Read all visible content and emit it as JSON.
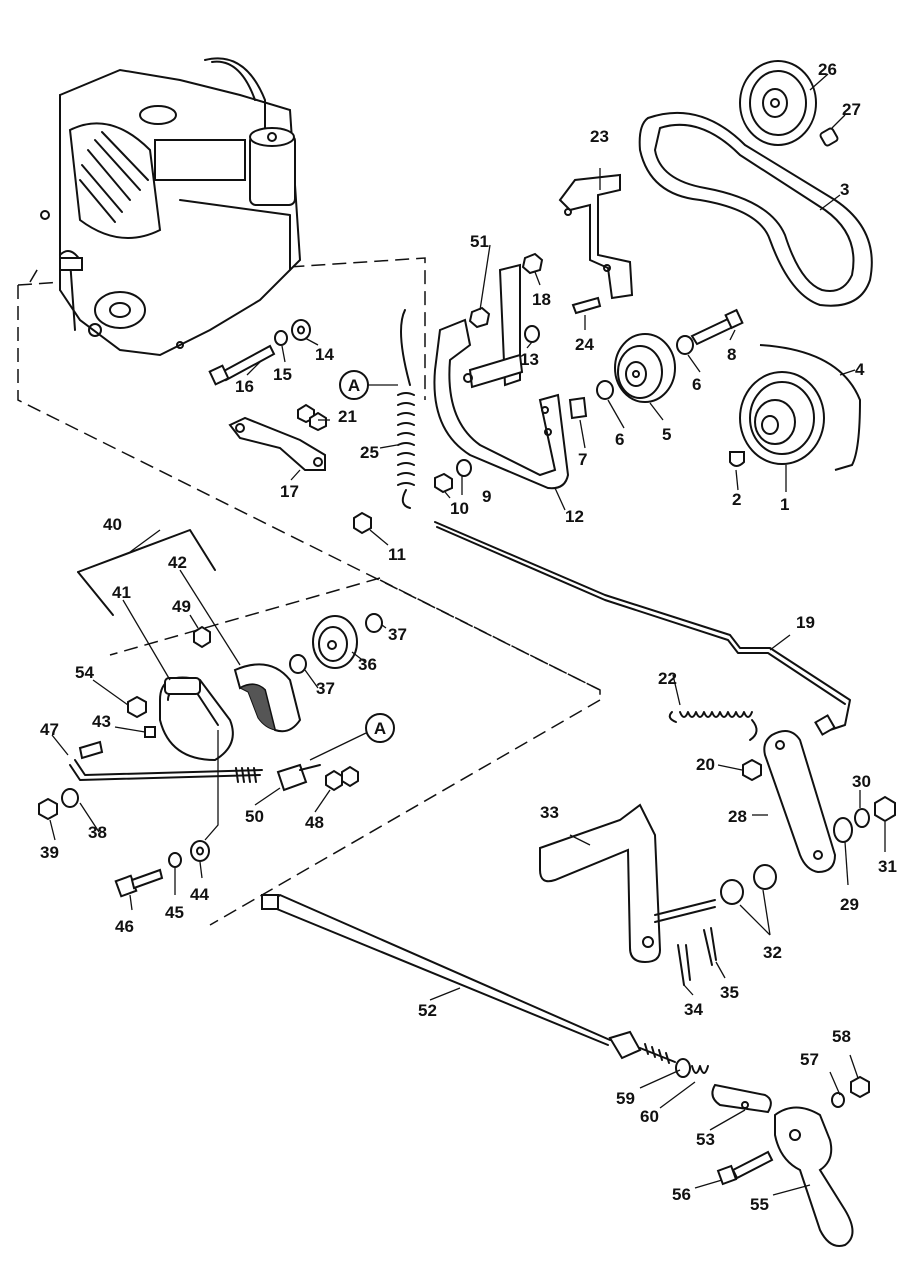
{
  "diagram": {
    "callout_letter": "A",
    "labels": {
      "p1": "1",
      "p2": "2",
      "p3": "3",
      "p4": "4",
      "p5": "5",
      "p6a": "6",
      "p6b": "6",
      "p7": "7",
      "p8": "8",
      "p9": "9",
      "p10": "10",
      "p11": "11",
      "p12": "12",
      "p13": "13",
      "p14": "14",
      "p15": "15",
      "p16": "16",
      "p17": "17",
      "p18": "18",
      "p19": "19",
      "p20": "20",
      "p21": "21",
      "p22": "22",
      "p23": "23",
      "p24": "24",
      "p25": "25",
      "p26": "26",
      "p27": "27",
      "p28": "28",
      "p29": "29",
      "p30": "30",
      "p31": "31",
      "p32": "32",
      "p33": "33",
      "p34": "34",
      "p35": "35",
      "p36": "36",
      "p37a": "37",
      "p37b": "37",
      "p38": "38",
      "p39": "39",
      "p40": "40",
      "p41": "41",
      "p42": "42",
      "p43": "43",
      "p44": "44",
      "p45": "45",
      "p46": "46",
      "p47": "47",
      "p48": "48",
      "p49": "49",
      "p50": "50",
      "p51": "51",
      "p52": "52",
      "p53": "53",
      "p54": "54",
      "p55": "55",
      "p56": "56",
      "p57": "57",
      "p58": "58",
      "p59": "59",
      "p60": "60"
    }
  }
}
